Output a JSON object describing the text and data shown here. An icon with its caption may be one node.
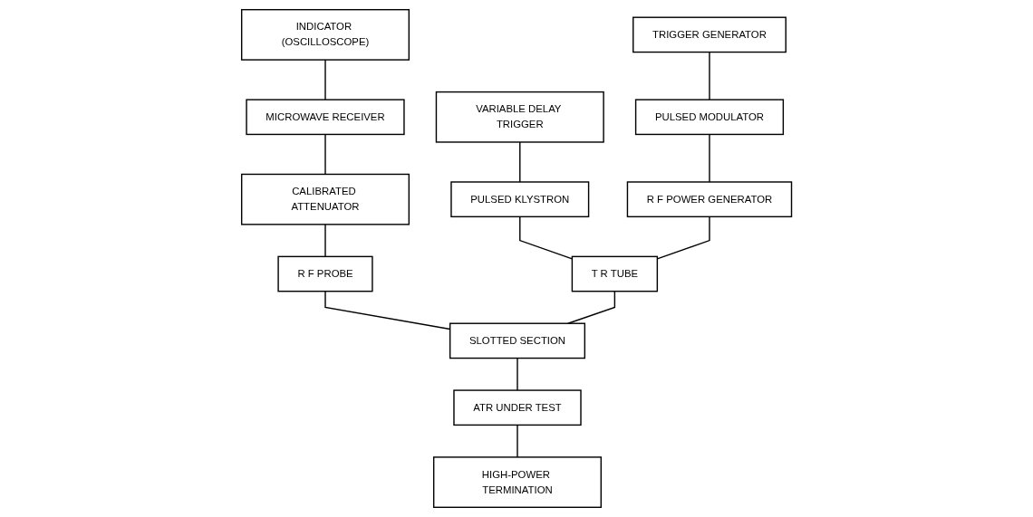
{
  "diagram": {
    "nodes": [
      {
        "text": [
          "TRIGGER GENERATOR"
        ]
      },
      {
        "text": [
          "PULSED MODULATOR"
        ]
      },
      {
        "text": [
          "R F POWER GENERATOR"
        ]
      },
      {
        "text": [
          "VARIABLE DELAY TRIGGER"
        ]
      },
      {
        "text": [
          "PULSED KLYSTRON"
        ]
      },
      {
        "text": [
          "T R TUBE"
        ]
      },
      {
        "text": [
          "INDICATOR (OSCILLOSCOPE)"
        ]
      },
      {
        "text": [
          "MICROWAVE RECEIVER"
        ]
      },
      {
        "text": [
          "CALIBRATED ATTENUATOR"
        ]
      },
      {
        "text": [
          "R F PROBE"
        ]
      },
      {
        "text": [
          "SLOTTED SECTION"
        ]
      },
      {
        "text": [
          "ATR UNDER TEST"
        ]
      },
      {
        "text": [
          "HIGH-POWER TERMINATION"
        ]
      }
    ],
    "edges": [
      {
        "from": 0,
        "to": 1,
        "arrow": "none"
      },
      {
        "from": 1,
        "to": 2,
        "arrow": "none"
      },
      {
        "from": 3,
        "to": 4,
        "arrow": "none"
      },
      {
        "from": 4,
        "to": 5,
        "arrow": "none"
      },
      {
        "from": 6,
        "to": 7,
        "arrow": "none"
      },
      {
        "from": 7,
        "to": 8,
        "arrow": "none"
      },
      {
        "from": 8,
        "to": 9,
        "arrow": "none"
      },
      {
        "from": 9,
        "to": 10,
        "arrow": "none"
      },
      {
        "from": 2,
        "to": 5,
        "arrow": "none"
      },
      {
        "from": 5,
        "to": 10,
        "arrow": "none"
      },
      {
        "from": 10,
        "to": 11,
        "arrow": "none"
      },
      {
        "from": 11,
        "to": 12,
        "arrow": "none"
      }
    ]
  }
}
